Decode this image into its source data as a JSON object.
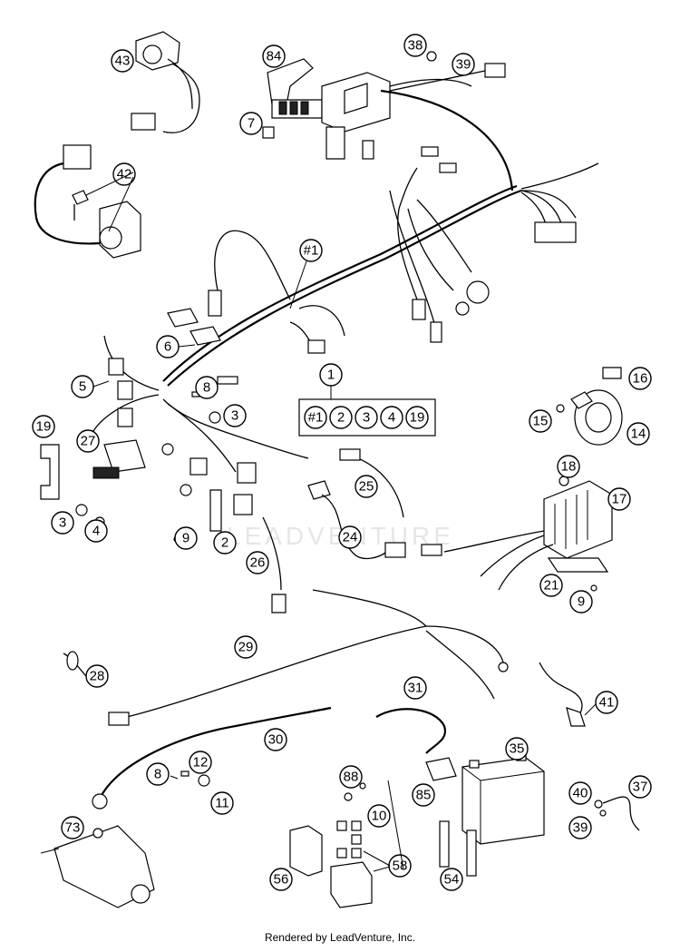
{
  "footer": "Rendered by LeadVenture, Inc.",
  "watermark": "LEADVENTURE",
  "kit_box": {
    "labels": [
      "#1",
      "2",
      "3",
      "4",
      "19"
    ]
  },
  "callouts": [
    "43",
    "84",
    "38",
    "39",
    "7",
    "42",
    "#1",
    "6",
    "5",
    "8",
    "3",
    "1",
    "16",
    "15",
    "14",
    "19",
    "27",
    "18",
    "17",
    "25",
    "3",
    "4",
    "9",
    "2",
    "24",
    "26",
    "21",
    "9",
    "29",
    "28",
    "31",
    "41",
    "30",
    "35",
    "8",
    "12",
    "11",
    "88",
    "10",
    "85",
    "40",
    "37",
    "39",
    "73",
    "58",
    "56",
    "54"
  ]
}
